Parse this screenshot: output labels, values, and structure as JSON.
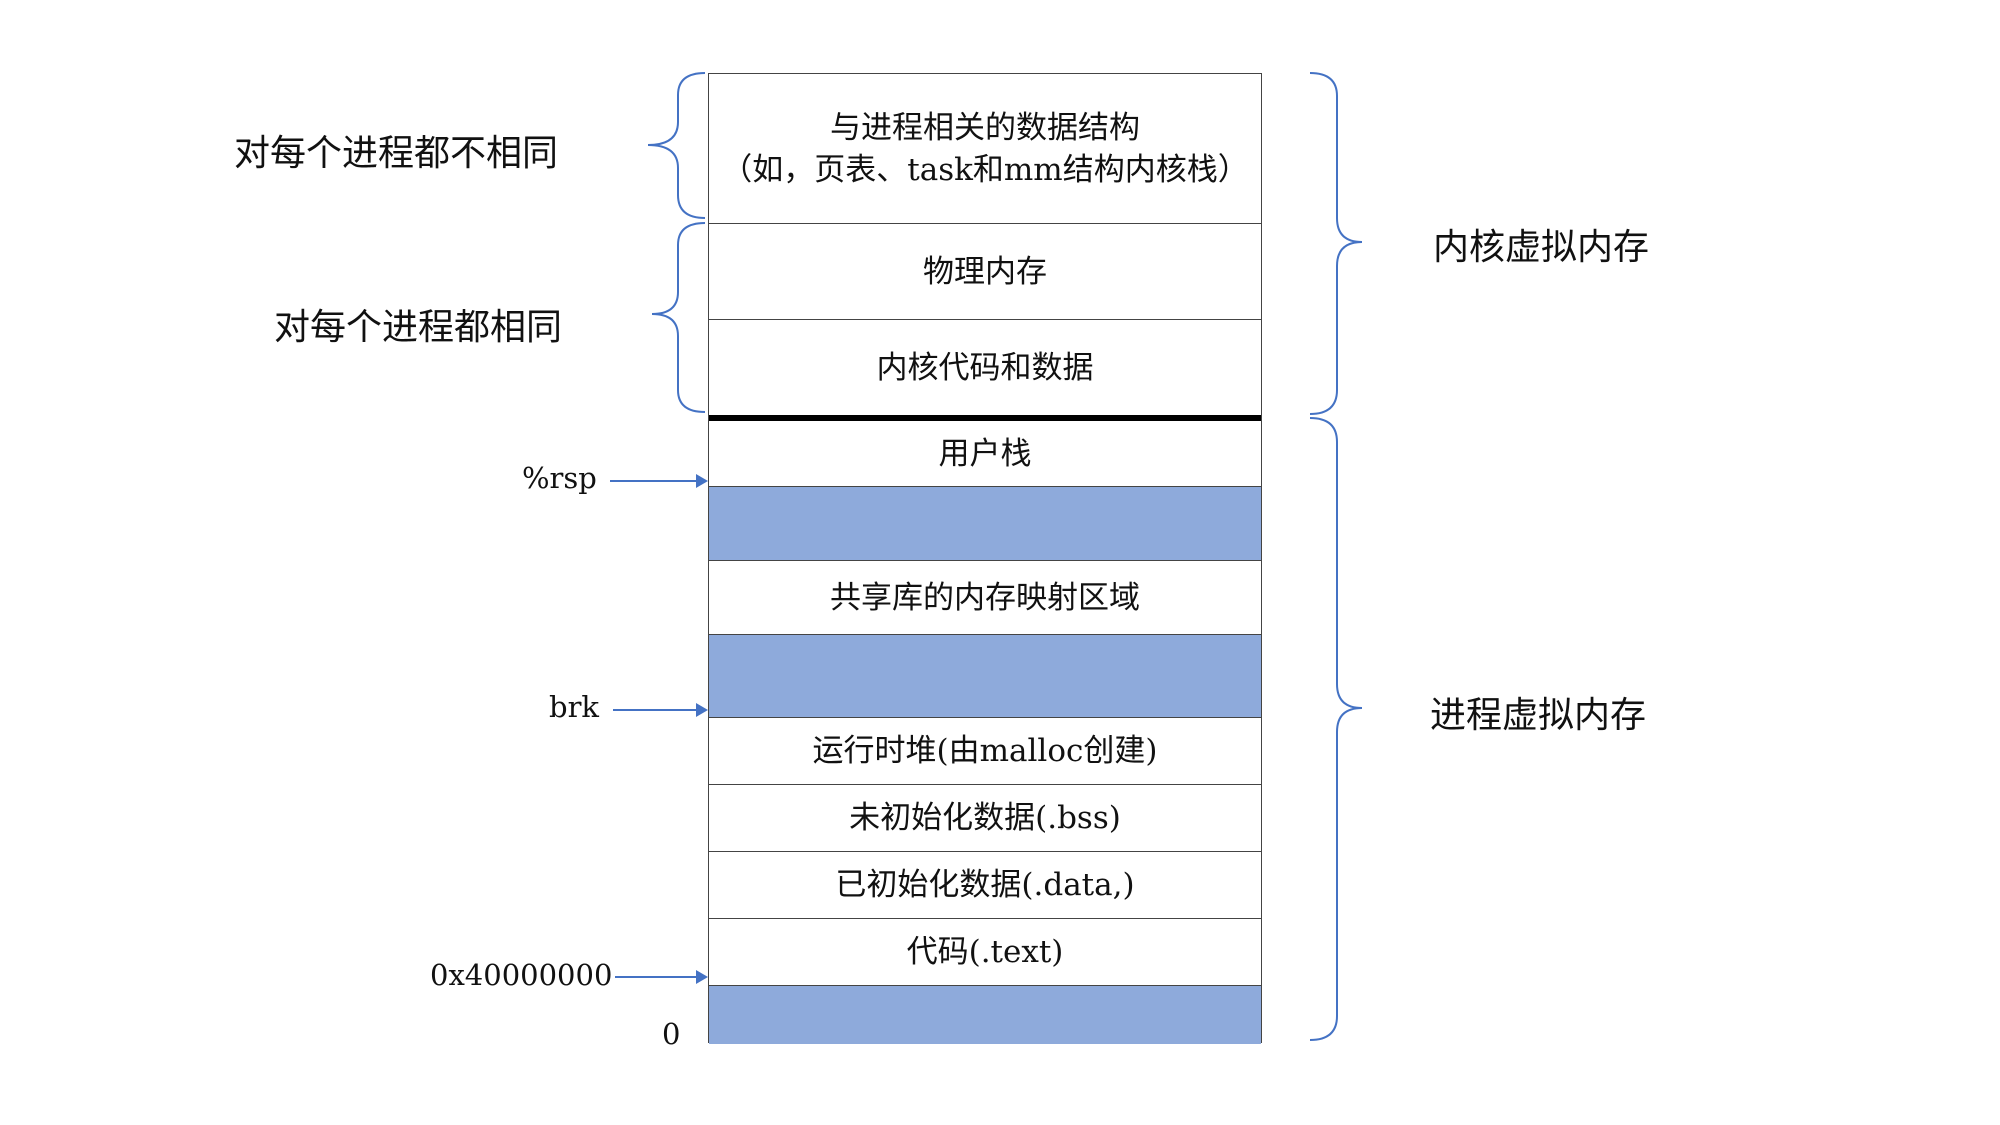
{
  "left_labels": {
    "different_per_process": "对每个进程都不相同",
    "same_per_process": "对每个进程都相同"
  },
  "right_labels": {
    "kernel_vm": "内核虚拟内存",
    "process_vm": "进程虚拟内存"
  },
  "pointers": {
    "rsp": "%rsp",
    "brk": "brk",
    "text_start": "0x40000000",
    "zero": "0"
  },
  "segments": {
    "kernel_structs_line1": "与进程相关的数据结构",
    "kernel_structs_line2": "（如，页表、task和mm结构内核栈）",
    "physical_memory": "物理内存",
    "kernel_code_data": "内核代码和数据",
    "user_stack": "用户栈",
    "shared_libs": "共享库的内存映射区域",
    "heap": "运行时堆(由malloc创建)",
    "bss": "未初始化数据(.bss)",
    "data": "已初始化数据(.data,)",
    "text": "代码(.text)"
  },
  "colors": {
    "unmapped_fill": "#8eaadb",
    "arrow": "#4472c4",
    "brace": "#4472c4"
  }
}
